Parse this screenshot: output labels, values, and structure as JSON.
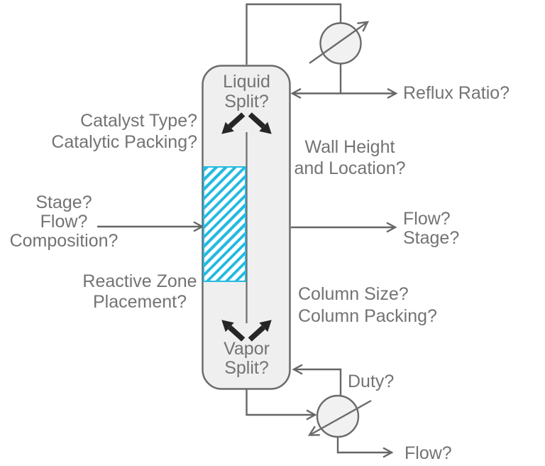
{
  "diagram_type": "reactive dividing-wall distillation column design questions schematic",
  "labels": {
    "liquid_split": [
      "Liquid",
      "Split?"
    ],
    "catalyst": [
      "Catalyst Type?",
      "Catalytic Packing?"
    ],
    "feed": [
      "Stage?",
      "Flow?",
      "Composition?"
    ],
    "reactive_zone": [
      "Reactive Zone",
      "Placement?"
    ],
    "vapor_split": [
      "Vapor",
      "Split?"
    ],
    "reflux_ratio": "Reflux Ratio?",
    "wall": [
      "Wall Height",
      "and Location?"
    ],
    "side_product": [
      "Flow?",
      "Stage?"
    ],
    "column_spec": [
      "Column Size?",
      "Column Packing?"
    ],
    "duty": "Duty?",
    "bottoms_flow": "Flow?"
  },
  "icons": {
    "condenser_symbol": "circle-with-diagonal-arrow",
    "reboiler_symbol": "circle-with-diagonal-arrow",
    "liquid_split_symbol": "two-diverging-down-arrows",
    "vapor_split_symbol": "two-diverging-up-arrows"
  },
  "colors": {
    "reactive_zone_hatch": "#25bae2",
    "pipe_line": "#666666",
    "text": "#737373",
    "split_arrow": "#262626",
    "vessel_fill": "#efefef",
    "background": "#ffffff"
  }
}
